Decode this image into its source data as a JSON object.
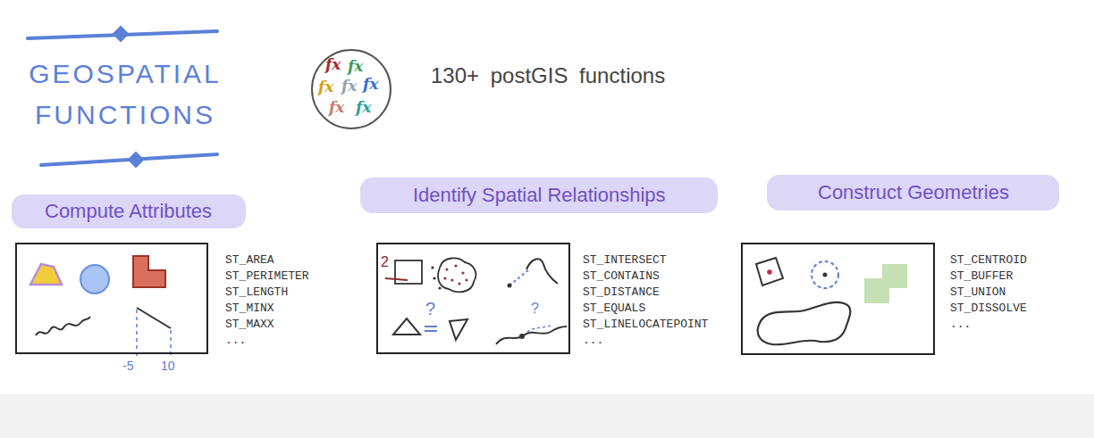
{
  "diagram": {
    "title": "GEOSPATIAL FUNCTIONS",
    "nodes": [
      {
        "text": [
          "fx",
          "fx",
          "fx",
          "fx",
          "fx",
          "fx",
          "fx"
        ]
      },
      {
        "text": [
          "Compute Attributes"
        ]
      },
      {
        "text": [
          "Identify Spatial Relationships"
        ]
      },
      {
        "text": [
          "Construct Geometries"
        ]
      },
      {
        "text": [
          "-5",
          "10"
        ]
      },
      {
        "text": [
          "2",
          "?",
          "?"
        ]
      }
    ],
    "labels": [
      "130+ postGIS functions",
      "ST_AREA",
      "ST_PERIMETER",
      "ST_LENGTH",
      "ST_MINX",
      "ST_MAXX",
      "...",
      "ST_INTERSECT",
      "ST_CONTAINS",
      "ST_DISTANCE",
      "ST_EQUALS",
      "ST_LINELOCATEPOINT",
      "...",
      "ST_CENTROID",
      "ST_BUFFER",
      "ST_UNION",
      "ST_DISSOLVE",
      "..."
    ]
  }
}
